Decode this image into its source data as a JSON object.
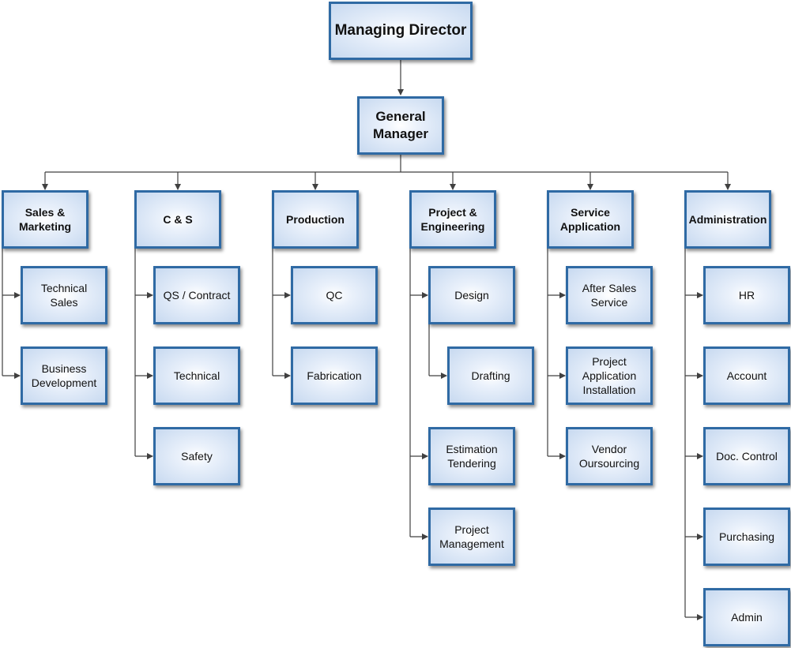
{
  "top": {
    "managing_director": "Managing Director",
    "general_manager": "General\nManager"
  },
  "departments": [
    {
      "label": "Sales &\nMarketing",
      "units": [
        "Technical Sales",
        "Business\nDevelopment"
      ]
    },
    {
      "label": "C & S",
      "units": [
        "QS / Contract",
        "Technical",
        "Safety"
      ]
    },
    {
      "label": "Production",
      "units": [
        "QC",
        "Fabrication"
      ]
    },
    {
      "label": "Project &\nEngineering",
      "units": [
        "Design",
        "Drafting",
        "Estimation\nTendering",
        "Project\nManagement"
      ],
      "sub_of": {
        "Drafting": "Design"
      }
    },
    {
      "label": "Service\nApplication",
      "units": [
        "After Sales\nService",
        "Project\nApplication\nInstallation",
        "Vendor\nOursourcing"
      ]
    },
    {
      "label": "Administration",
      "units": [
        "HR",
        "Account",
        "Doc. Control",
        "Purchasing",
        "Admin"
      ]
    }
  ],
  "colors": {
    "box_border": "#2f6aa4",
    "box_fill_center": "#ffffff",
    "box_fill_edge": "#c7d9f0",
    "connector": "#404040"
  }
}
